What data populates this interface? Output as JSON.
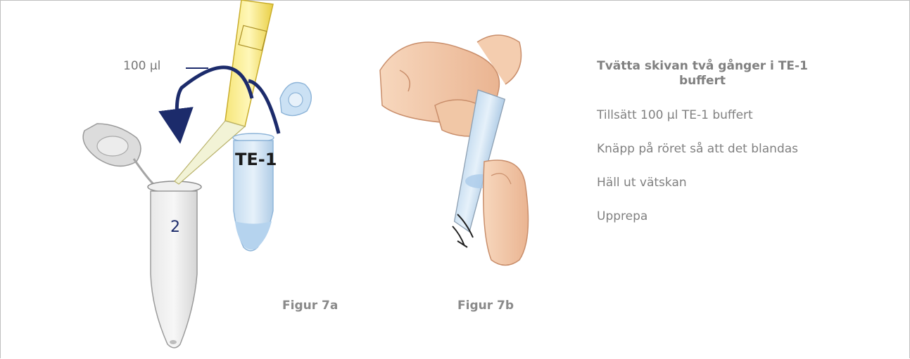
{
  "figures": {
    "volume_label": "100 µl",
    "tube_te_label": "TE-1",
    "tube_number": "2",
    "caption_a": "Figur 7a",
    "caption_b": "Figur 7b"
  },
  "instructions": {
    "title": "Tvätta skivan två gånger i TE-1 buffert",
    "steps": [
      "Tillsätt 100 µl TE-1 buffert",
      "Knäpp på röret så att det blandas",
      "Häll ut vätskan",
      "Upprepa"
    ]
  },
  "colors": {
    "arrow": "#1c2b6b",
    "pipette_tip": "#f3e06a",
    "tube_blue": "#b9d6ef",
    "skin": "#f4c9a6",
    "border": "#bfbfbf",
    "text_gray": "#808080"
  }
}
